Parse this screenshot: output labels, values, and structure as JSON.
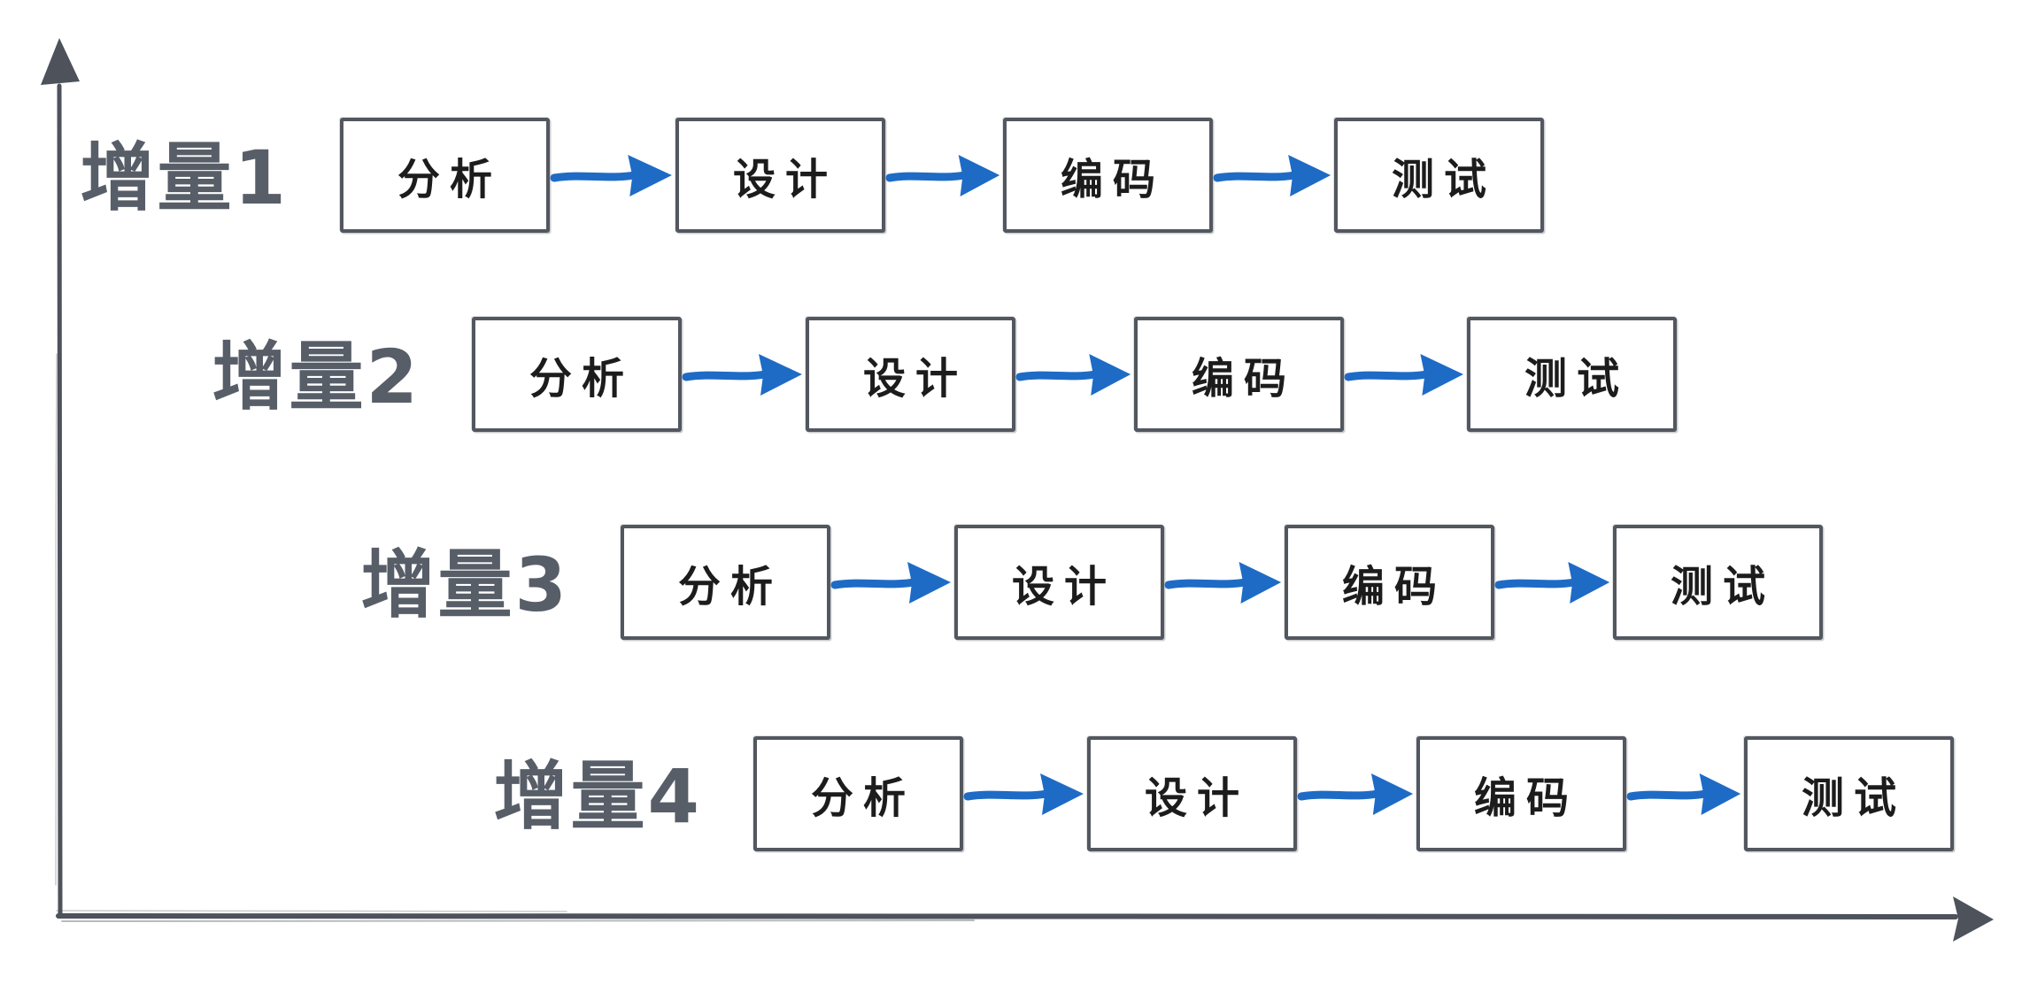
{
  "diagram": {
    "type": "incremental-process-model",
    "increments": [
      {
        "label": "增量1",
        "stages": [
          "分析",
          "设计",
          "编码",
          "测试"
        ]
      },
      {
        "label": "增量2",
        "stages": [
          "分析",
          "设计",
          "编码",
          "测试"
        ]
      },
      {
        "label": "增量3",
        "stages": [
          "分析",
          "设计",
          "编码",
          "测试"
        ]
      },
      {
        "label": "增量4",
        "stages": [
          "分析",
          "设计",
          "编码",
          "测试"
        ]
      }
    ],
    "axes": {
      "y_axis_icon": "up-arrow-axis",
      "x_axis_icon": "right-arrow-axis"
    },
    "colors": {
      "arrow_blue": "#1e6bc6",
      "axis_gray": "#4d525b",
      "box_border_gray": "#53575f",
      "label_gray": "#585e68",
      "stage_text": "#1c1c1c",
      "background": "#ffffff"
    }
  }
}
